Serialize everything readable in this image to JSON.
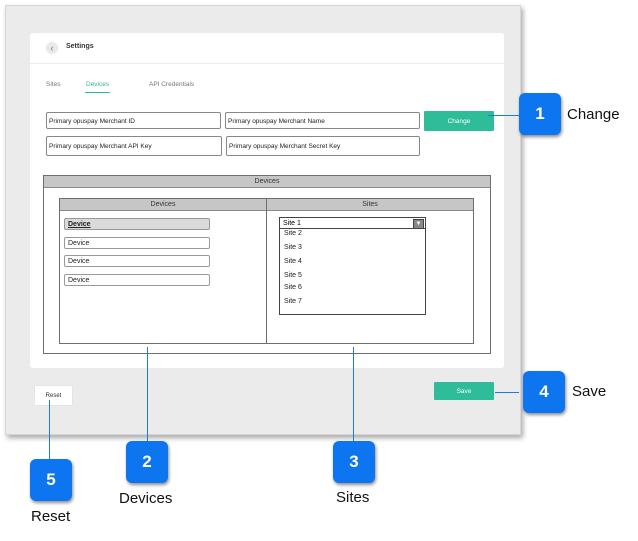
{
  "header": {
    "title": "Settings",
    "back_icon": "chevron-left-icon"
  },
  "tabs": [
    {
      "label": "Sites",
      "active": false
    },
    {
      "label": "Devices",
      "active": true
    },
    {
      "label": "API Credentials",
      "active": false
    }
  ],
  "fields": {
    "merchant_id": "Primary opuspay Merchant ID",
    "merchant_name": "Primary opuspay Merchant Name",
    "api_key": "Primary opuspay Merchant API Key",
    "secret_key": "Primary opuspay Merchant Secret Key"
  },
  "change_button": "Change",
  "devices_panel": {
    "title": "Devices",
    "devices_header": "Devices",
    "sites_header": "Sites",
    "devices": [
      "Device",
      "Device",
      "Device",
      "Device"
    ],
    "selected_site": "Site 1",
    "site_options": [
      "Site 2",
      "Site 3",
      "Site 4",
      "Site 5",
      "Site 6",
      "Site 7"
    ]
  },
  "save_button": "Save",
  "reset_button": "Reset",
  "callouts": [
    {
      "number": "1",
      "label": "Change"
    },
    {
      "number": "2",
      "label": "Devices"
    },
    {
      "number": "3",
      "label": "Sites"
    },
    {
      "number": "4",
      "label": "Save"
    },
    {
      "number": "5",
      "label": "Reset"
    }
  ],
  "colors": {
    "accent_green": "#2ebd98",
    "callout_blue": "#0e75f0"
  }
}
